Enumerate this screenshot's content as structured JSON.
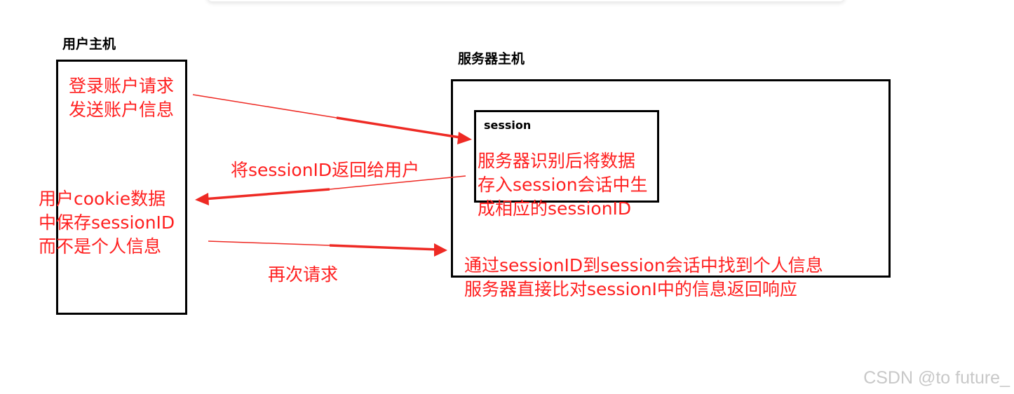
{
  "client": {
    "title": "用户主机",
    "request_lines": [
      "登录账户请求",
      "发送账户信息"
    ],
    "cookie_lines": [
      "用户cookie数据",
      "中保存sessionID",
      "而不是个人信息"
    ]
  },
  "server": {
    "title": "服务器主机",
    "session_label": "session",
    "store_lines": [
      "服务器识别后将数据",
      "存入session会话中生",
      "成相应的sessionID"
    ],
    "lookup_lines": [
      "通过sessionID到session会话中找到个人信息",
      "服务器直接比对sessionI中的信息返回响应"
    ]
  },
  "edges": {
    "return_label": "将sessionID返回给用户",
    "again_label": "再次请求"
  },
  "watermark": "CSDN @to future_",
  "colors": {
    "text_red": "#ff2020",
    "arrow_red": "#ee2a24",
    "box": "#000000"
  }
}
